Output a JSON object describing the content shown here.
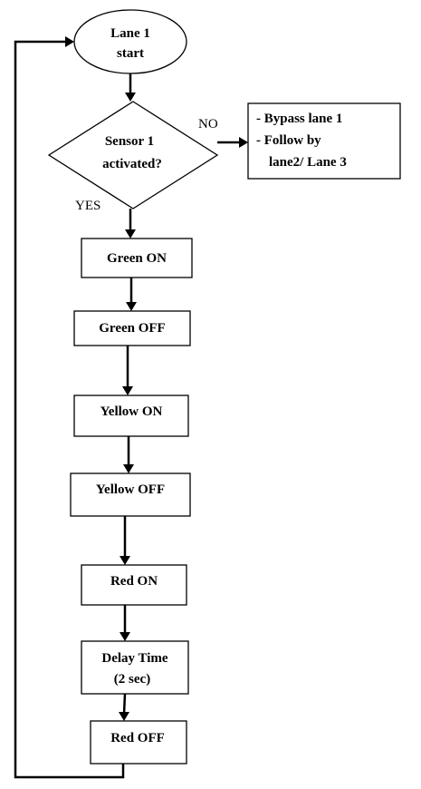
{
  "start": {
    "line1": "Lane 1",
    "line2": "start"
  },
  "decision": {
    "line1": "Sensor 1",
    "line2": "activated?",
    "no_label": "NO",
    "yes_label": "YES"
  },
  "bypass_note": {
    "line1": "- Bypass lane 1",
    "line2": "- Follow by",
    "line3": "lane2/ Lane 3"
  },
  "steps": {
    "green_on": "Green ON",
    "green_off": "Green OFF",
    "yellow_on": "Yellow ON",
    "yellow_off": "Yellow OFF",
    "red_on": "Red ON",
    "delay_line1": "Delay Time",
    "delay_line2": "(2 sec)",
    "red_off": "Red OFF"
  }
}
